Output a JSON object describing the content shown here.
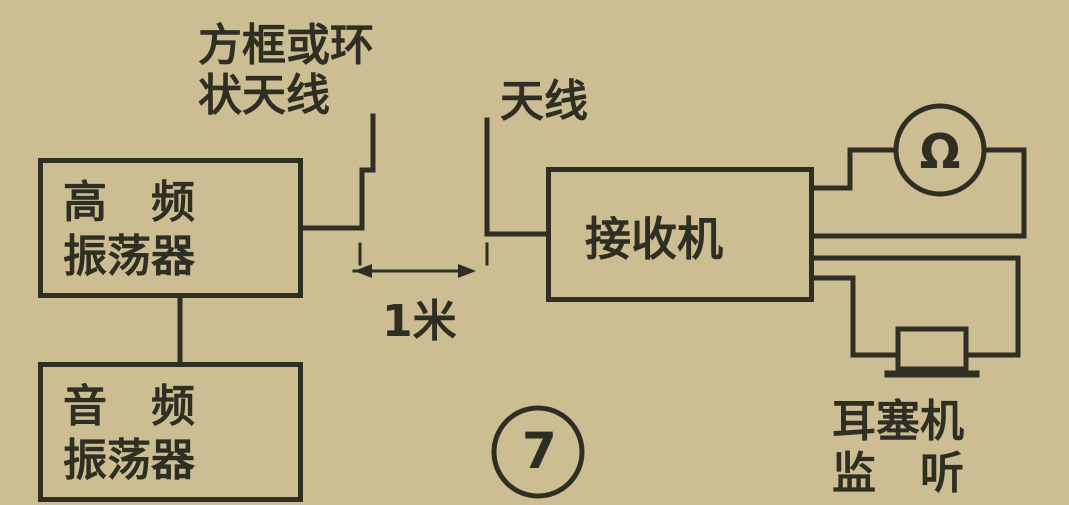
{
  "labels": {
    "loop_antenna_line1": "方框或环",
    "loop_antenna_line2": "状天线",
    "antenna": "天线",
    "distance": "1米",
    "figure_number": "7",
    "earphone_line1": "耳塞机",
    "earphone_line2": "监　听"
  },
  "boxes": {
    "hf_osc_line1": "高　频",
    "hf_osc_line2": "振荡器",
    "af_osc_line1": "音　频",
    "af_osc_line2": "振荡器",
    "receiver": "接收机"
  },
  "icons": {
    "meter": "ohm-meter-icon",
    "earphone": "earphone-icon"
  },
  "colors": {
    "paper": "#cdbd92",
    "ink": "#2e2e22"
  }
}
